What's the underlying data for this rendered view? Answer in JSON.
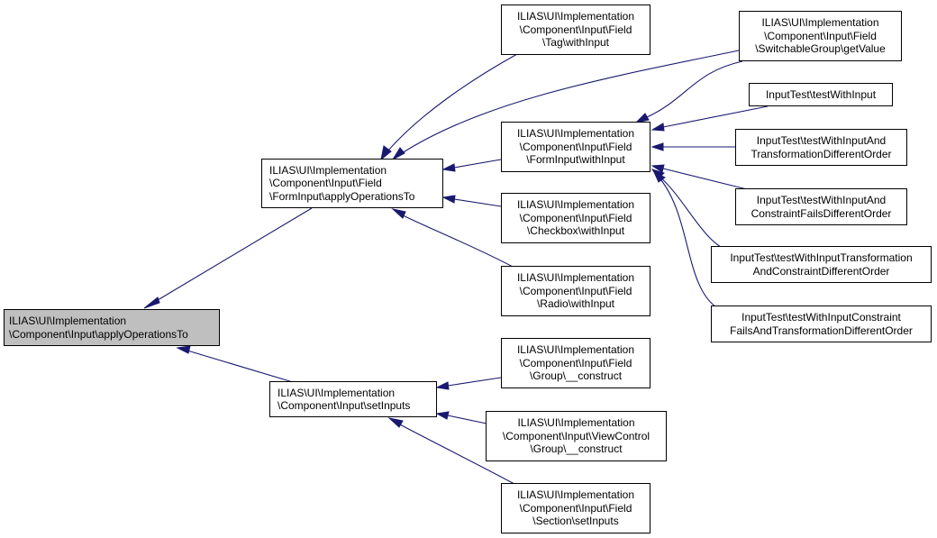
{
  "graph": {
    "edge_color": "#191970",
    "root_fill": "#bfbfbf",
    "nodes": [
      {
        "id": "root",
        "lines": [
          "ILIAS\\UI\\Implementation",
          "\\Component\\Input\\applyOperationsTo"
        ]
      },
      {
        "id": "forminput_apply",
        "lines": [
          "ILIAS\\UI\\Implementation",
          "\\Component\\Input\\Field",
          "\\FormInput\\applyOperationsTo"
        ]
      },
      {
        "id": "setinputs",
        "lines": [
          "ILIAS\\UI\\Implementation",
          "\\Component\\Input\\setInputs"
        ]
      },
      {
        "id": "tag_withinput",
        "lines": [
          "ILIAS\\UI\\Implementation",
          "\\Component\\Input\\Field",
          "\\Tag\\withInput"
        ]
      },
      {
        "id": "forminput_withinput",
        "lines": [
          "ILIAS\\UI\\Implementation",
          "\\Component\\Input\\Field",
          "\\FormInput\\withInput"
        ]
      },
      {
        "id": "checkbox_withinput",
        "lines": [
          "ILIAS\\UI\\Implementation",
          "\\Component\\Input\\Field",
          "\\Checkbox\\withInput"
        ]
      },
      {
        "id": "radio_withinput",
        "lines": [
          "ILIAS\\UI\\Implementation",
          "\\Component\\Input\\Field",
          "\\Radio\\withInput"
        ]
      },
      {
        "id": "group_construct",
        "lines": [
          "ILIAS\\UI\\Implementation",
          "\\Component\\Input\\Field",
          "\\Group\\__construct"
        ]
      },
      {
        "id": "viewcontrol_group_construct",
        "lines": [
          "ILIAS\\UI\\Implementation",
          "\\Component\\Input\\ViewControl",
          "\\Group\\__construct"
        ]
      },
      {
        "id": "section_setinputs",
        "lines": [
          "ILIAS\\UI\\Implementation",
          "\\Component\\Input\\Field",
          "\\Section\\setInputs"
        ]
      },
      {
        "id": "switchable_getvalue",
        "lines": [
          "ILIAS\\UI\\Implementation",
          "\\Component\\Input\\Field",
          "\\SwitchableGroup\\getValue"
        ]
      },
      {
        "id": "test_withinput",
        "lines": [
          "InputTest\\testWithInput"
        ]
      },
      {
        "id": "test_transformation_order",
        "lines": [
          "InputTest\\testWithInputAnd",
          "TransformationDifferentOrder"
        ]
      },
      {
        "id": "test_constraint_fails_order",
        "lines": [
          "InputTest\\testWithInputAnd",
          "ConstraintFailsDifferentOrder"
        ]
      },
      {
        "id": "test_transformation_constraint",
        "lines": [
          "InputTest\\testWithInputTransformation",
          "AndConstraintDifferentOrder"
        ]
      },
      {
        "id": "test_constraint_fails_transformation",
        "lines": [
          "InputTest\\testWithInputConstraint",
          "FailsAndTransformationDifferentOrder"
        ]
      }
    ]
  }
}
